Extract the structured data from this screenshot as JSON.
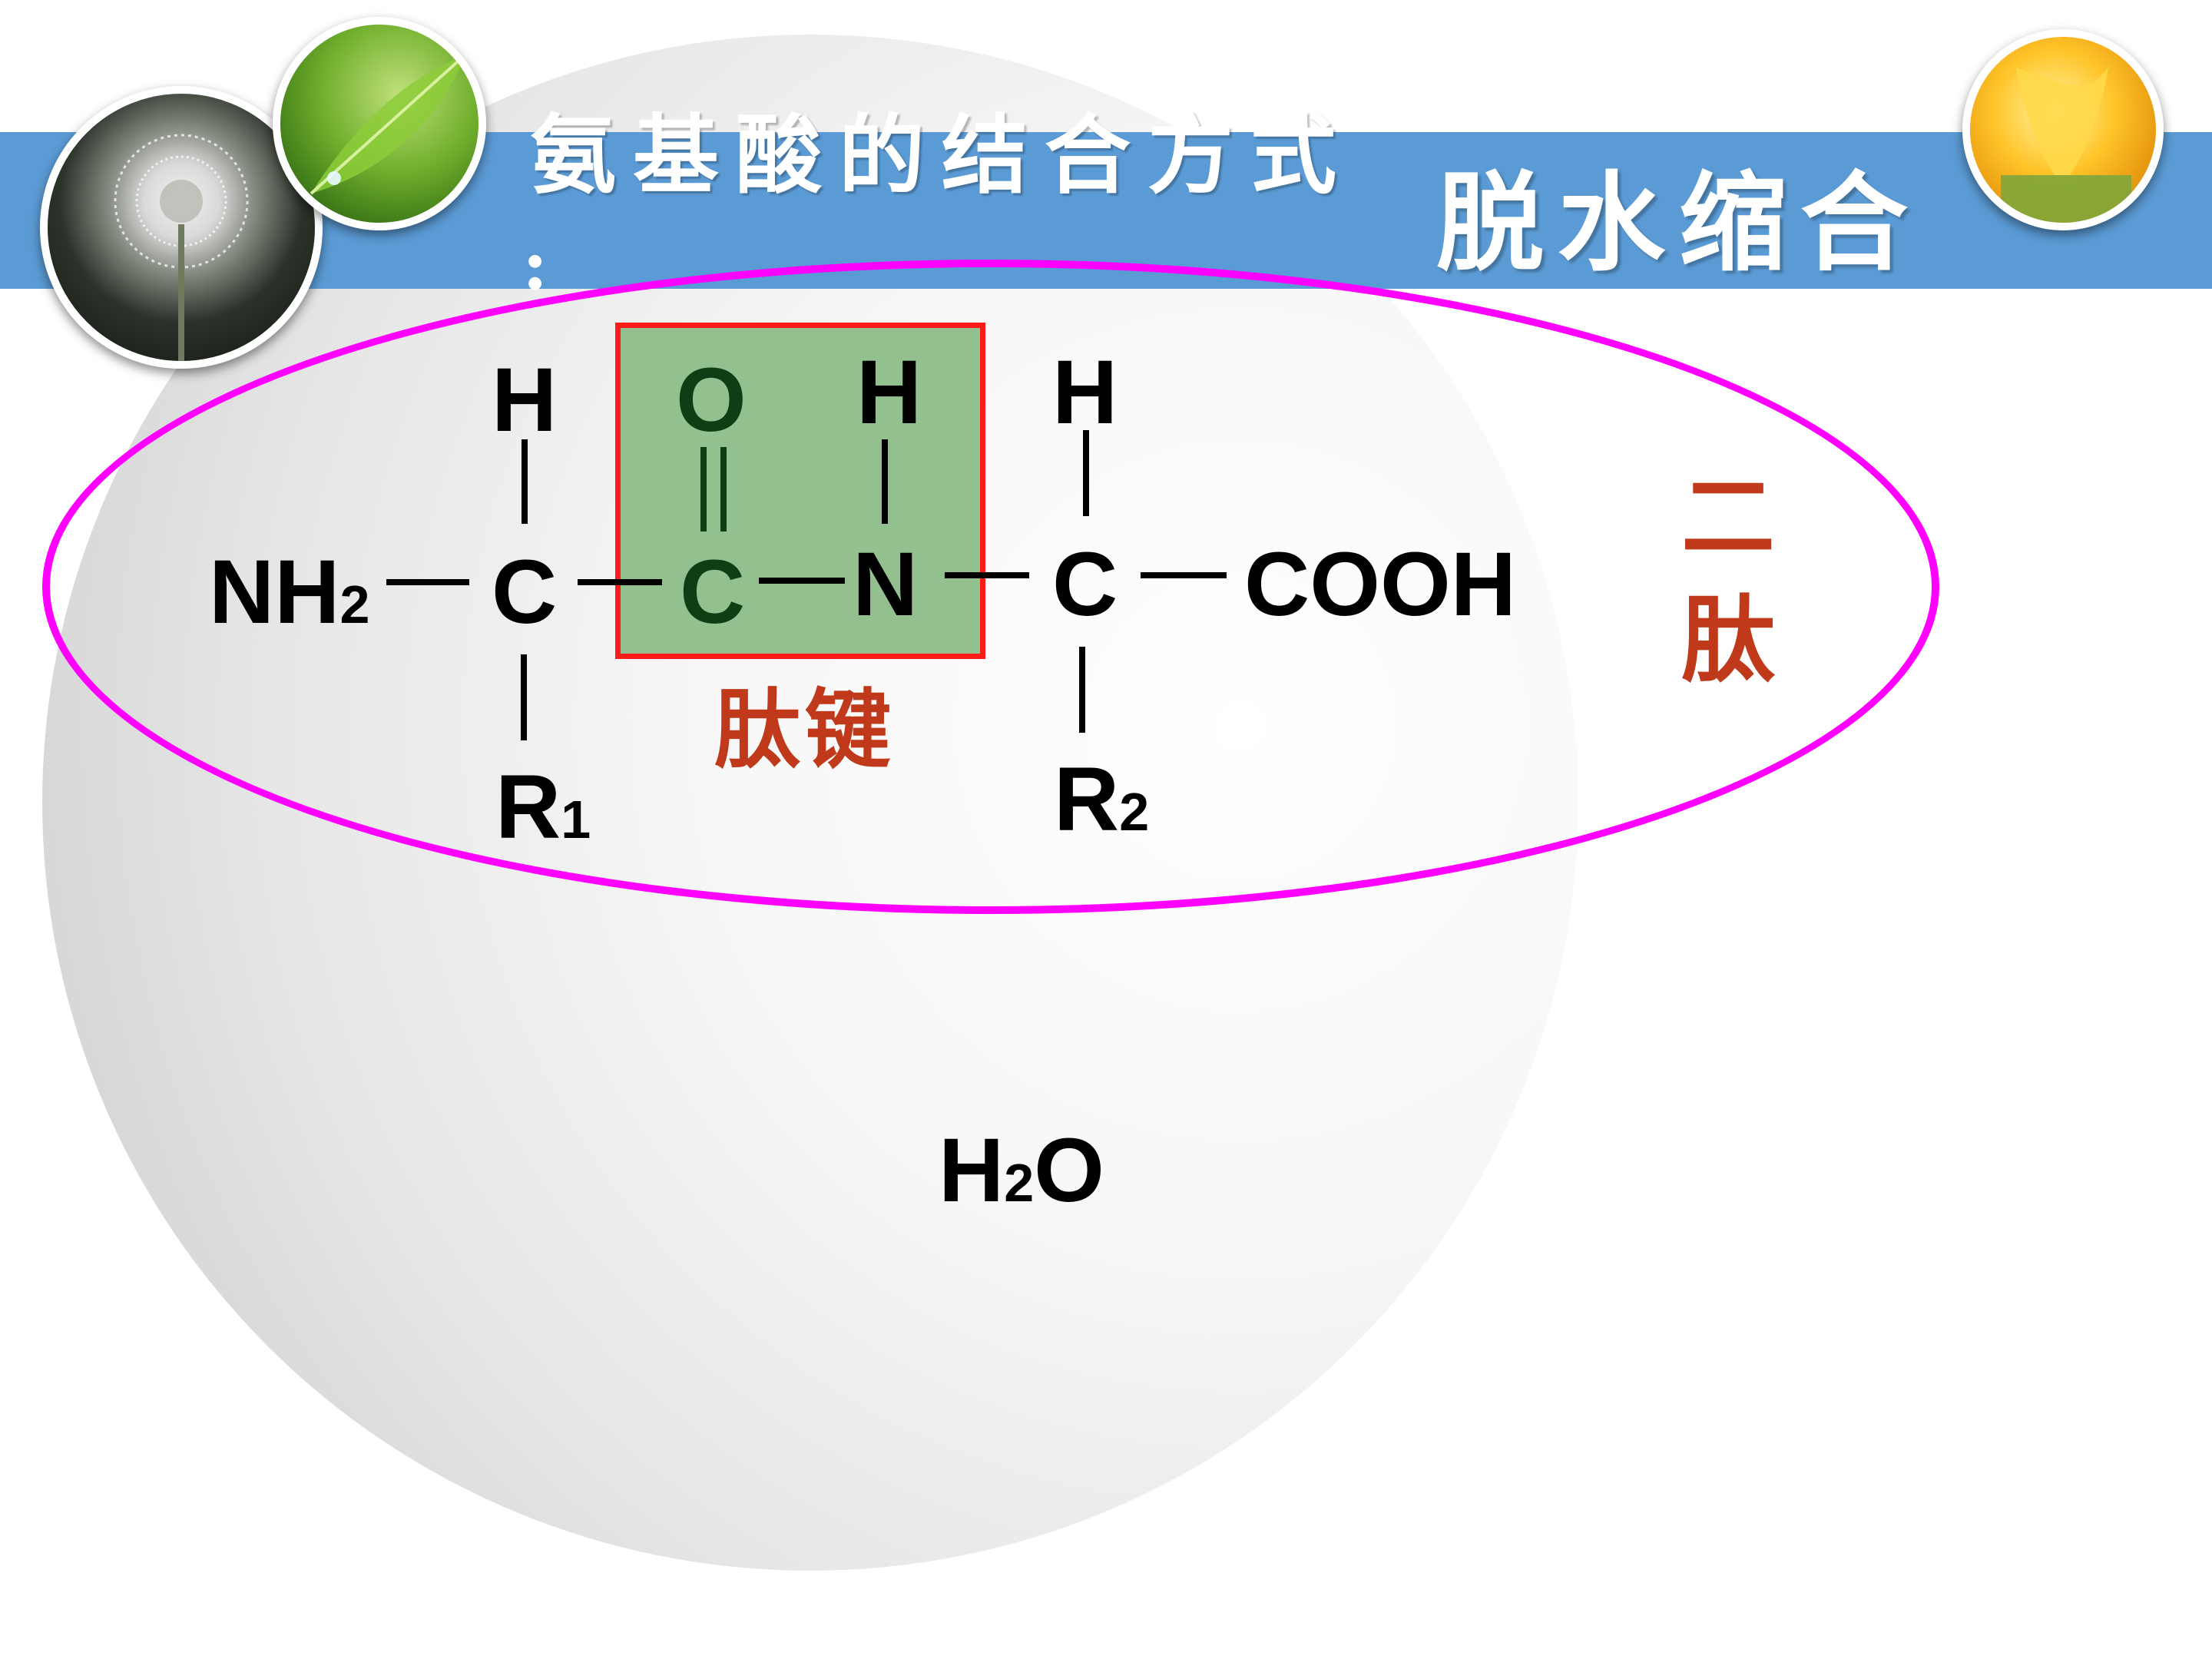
{
  "slide": {
    "title": "氨基酸的结合方式",
    "title_colon": ":",
    "subtitle": "脱水缩合"
  },
  "structure": {
    "nh2": "NH",
    "nh2_sub": "2",
    "h_top_1": "H",
    "c_alpha_1": "C",
    "r1": "R",
    "r1_sub": "1",
    "o_carbonyl": "O",
    "c_carbonyl": "C",
    "h_amide": "H",
    "n_amide": "N",
    "h_top_2": "H",
    "c_alpha_2": "C",
    "cooh": "COOH",
    "r2": "R",
    "r2_sub": "2"
  },
  "labels": {
    "peptide_bond": "肽键",
    "dipeptide_char_1": "二",
    "dipeptide_char_2": "肽"
  },
  "byproduct": {
    "h": "H",
    "sub": "2",
    "o": "O"
  },
  "colors": {
    "banner": "#5b9bd5",
    "ellipse": "#ff00ff",
    "peptide_box_fill": "#92c08f",
    "peptide_box_border": "#ff1a1a",
    "label_red": "#c0391b"
  },
  "icons": [
    "dandelion-photo",
    "leaf-photo",
    "tulip-photo"
  ]
}
